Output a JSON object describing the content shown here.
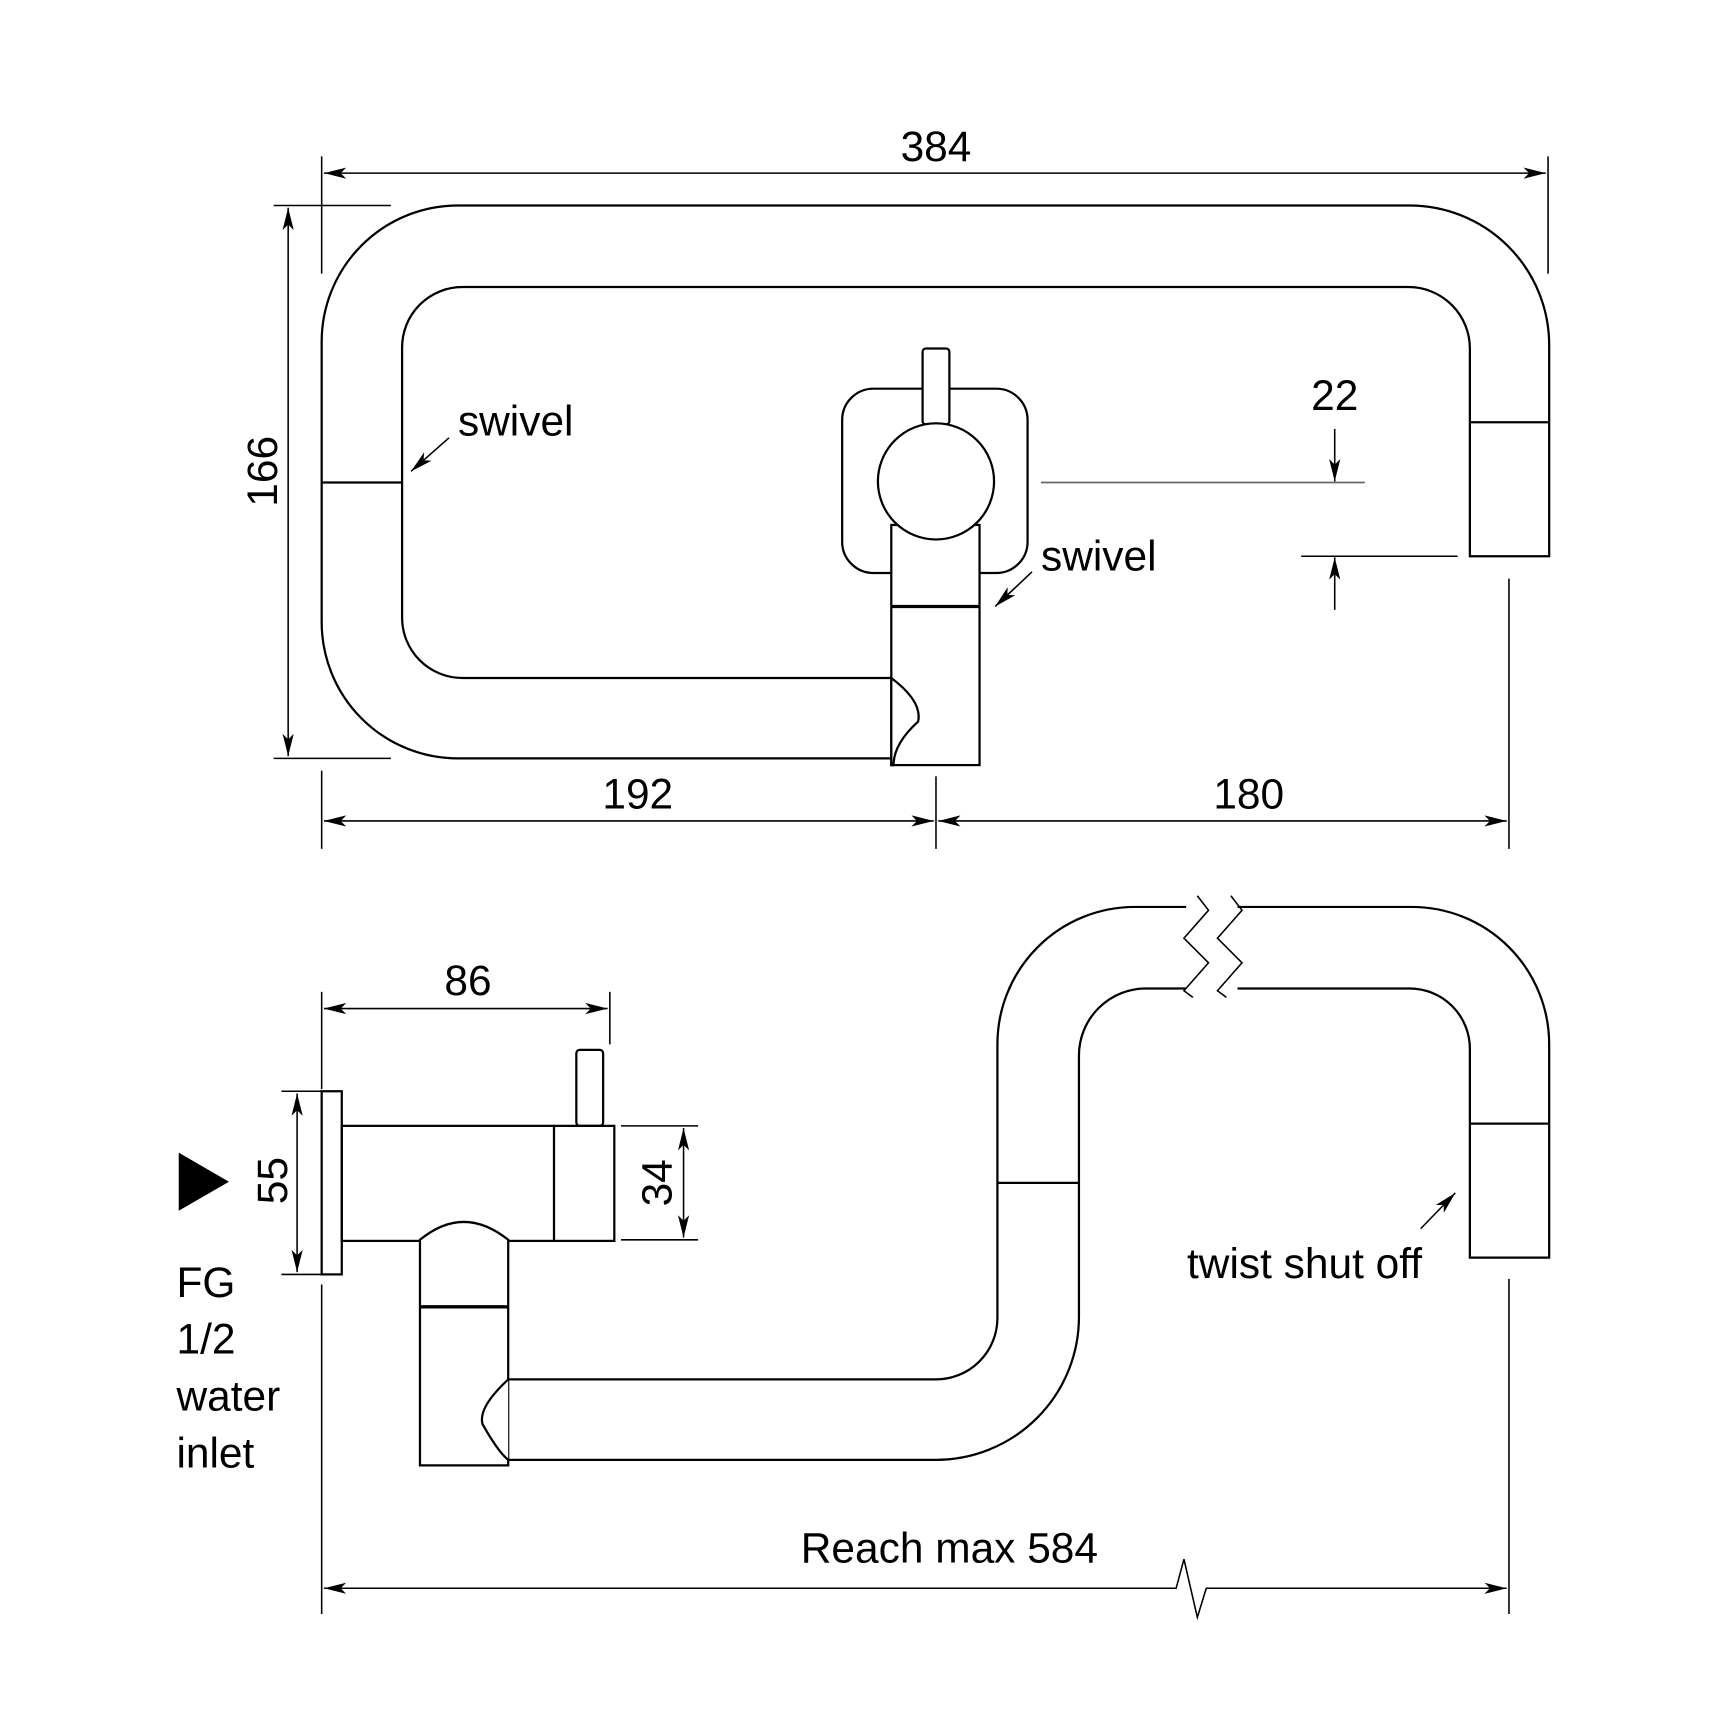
{
  "top_view": {
    "dim_width": "384",
    "dim_height": "166",
    "dim_left": "192",
    "dim_right": "180",
    "dim_spout_offset": "22",
    "label_swivel_left": "swivel",
    "label_swivel_body": "swivel"
  },
  "side_view": {
    "dim_body_length": "86",
    "dim_plate_height": "55",
    "dim_body_height": "34",
    "inlet_label": [
      "FG",
      "1/2",
      "water",
      "inlet"
    ],
    "label_twist": "twist shut off",
    "reach_label": "Reach max 584"
  },
  "colors": {
    "line": "#000000",
    "background": "#ffffff"
  }
}
